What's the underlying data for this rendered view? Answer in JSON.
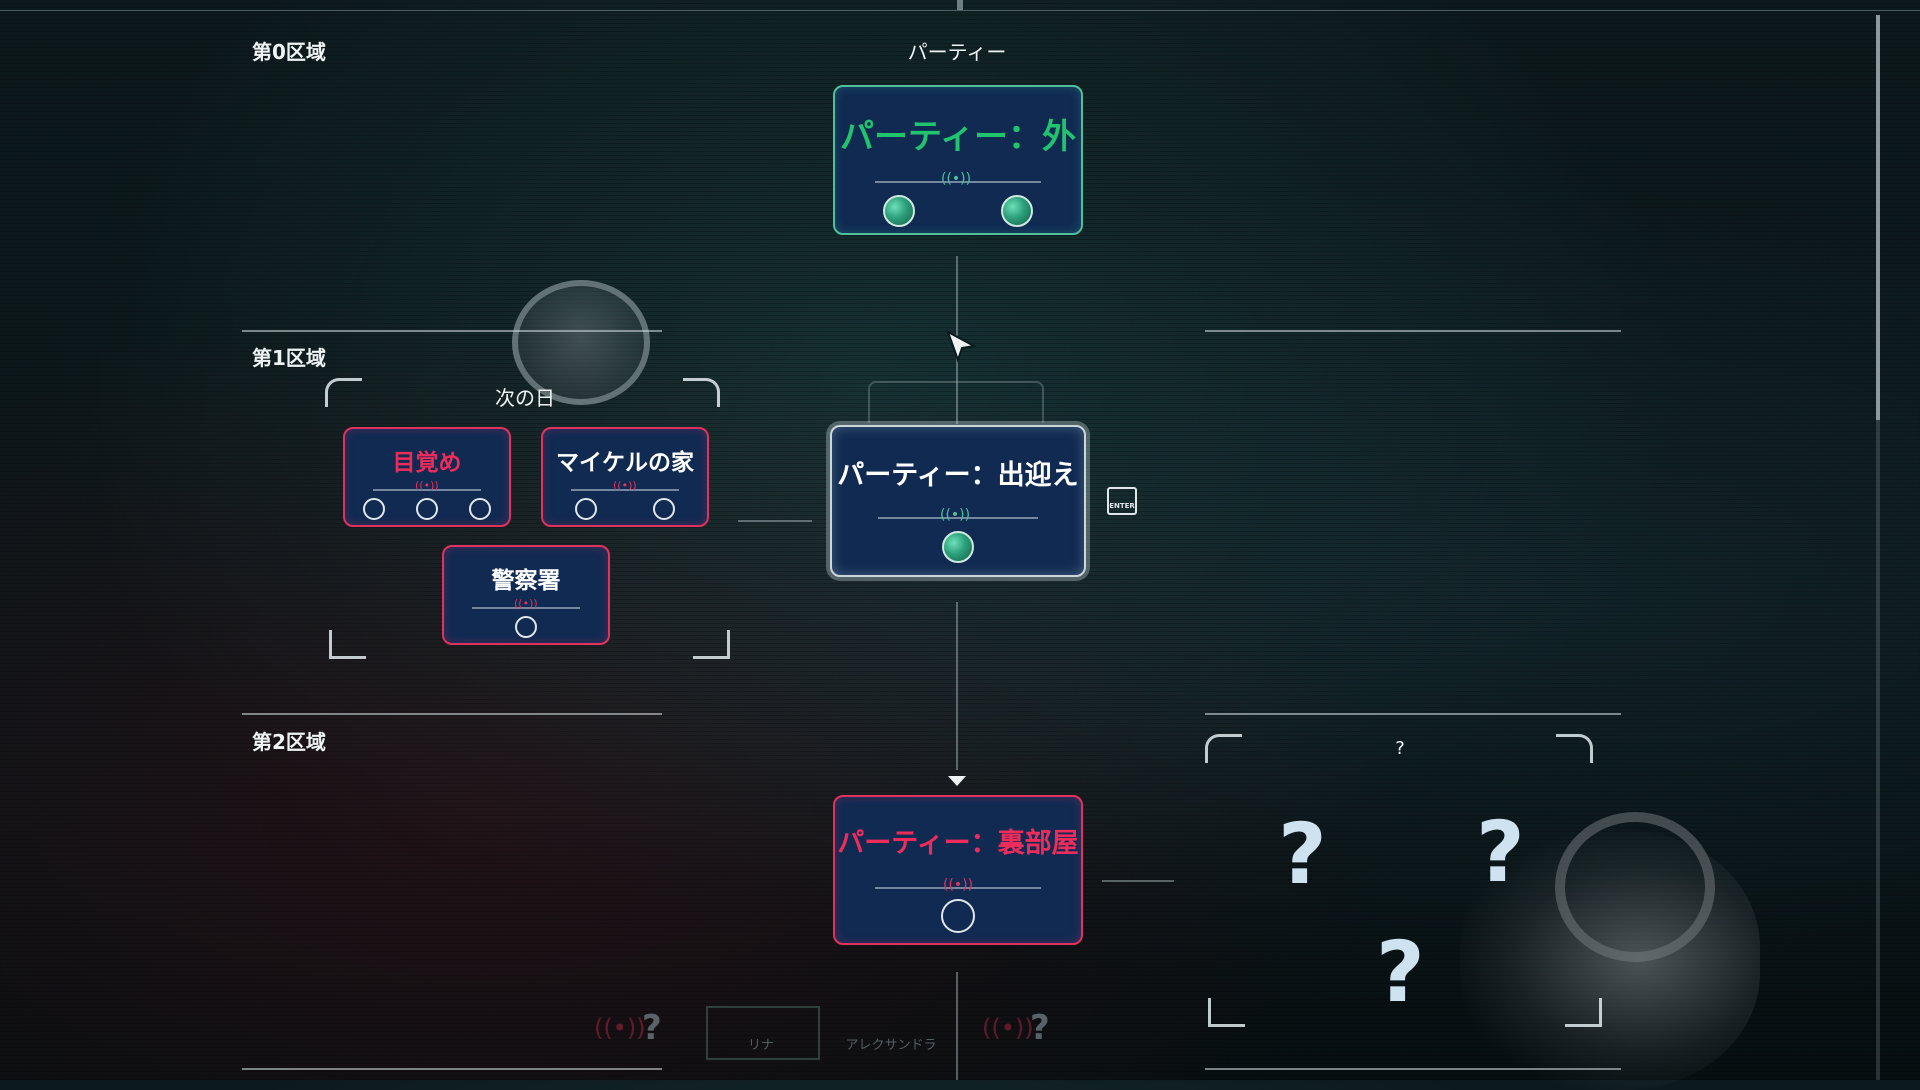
{
  "header": {
    "column_title": "パーティー"
  },
  "regions": [
    {
      "label": "第0区域"
    },
    {
      "label": "第1区域"
    },
    {
      "label": "第2区域"
    }
  ],
  "nodes": {
    "party_outside": {
      "title": "パーティー：外",
      "color": "#21c46e"
    },
    "party_greeting": {
      "title": "パーティー：出迎え",
      "color": "#ffffff"
    },
    "party_backroom": {
      "title": "パーティー：裏部屋",
      "color": "#ec2c5b"
    },
    "awakening": {
      "title": "目覚め",
      "color": "#ec2c5b"
    },
    "michael_house": {
      "title": "マイケルの家",
      "color": "#ffffff"
    },
    "police_station": {
      "title": "警察署",
      "color": "#ffffff"
    }
  },
  "groups": {
    "next_day": {
      "label": "次の日"
    },
    "unknown": {
      "label": "?",
      "marks": [
        "?",
        "?",
        "?"
      ]
    }
  },
  "signal_icon": "((•))",
  "enter_label": "ENTER",
  "bottom_bar": {
    "left_q": "?",
    "rina": "リナ",
    "alexandra": "アレクサンドラ",
    "right_q": "?"
  },
  "colors": {
    "accent_green": "#4fbf9c",
    "accent_red": "#e0325e",
    "card_bg": "#102a52"
  }
}
